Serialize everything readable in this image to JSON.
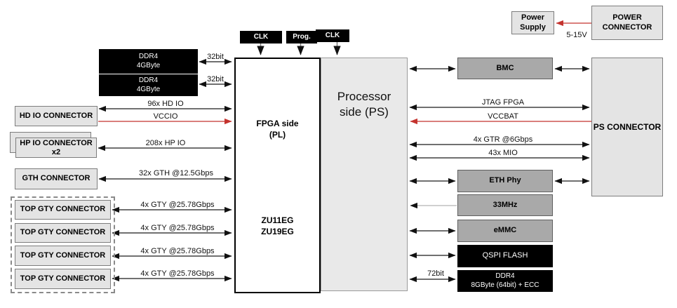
{
  "colors": {
    "accent_red": "#c4332e",
    "line_black": "#1a1a1a",
    "black_box": "#000000",
    "connector_gray": "#e4e4e4",
    "chip_gray": "#a9a9a9",
    "ps_fill": "#e9e9e9"
  },
  "clock": {
    "clk1": "CLK",
    "prog": "Prog.",
    "clk2": "CLK"
  },
  "power": {
    "supply": "Power\nSupply",
    "connector": "POWER\nCONNECTOR",
    "voltage": "5-15V"
  },
  "pl_side": {
    "title": "FPGA side\n(PL)",
    "devices": "ZU11EG\nZU19EG",
    "ddr4": [
      {
        "label": "DDR4\n4GByte",
        "bus": "32bit"
      },
      {
        "label": "DDR4\n4GByte",
        "bus": "32bit"
      }
    ],
    "hd_io": {
      "connector": "HD IO CONNECTOR",
      "bus": "96x HD IO",
      "power_rail": "VCCIO"
    },
    "hp_io": {
      "connector": "HP IO CONNECTOR\nx2",
      "bus": "208x HP IO"
    },
    "gth": {
      "connector": "GTH CONNECTOR",
      "bus": "32x GTH @12.5Gbps"
    },
    "gty": [
      {
        "connector": "TOP GTY CONNECTOR",
        "bus": "4x GTY @25.78Gbps"
      },
      {
        "connector": "TOP GTY CONNECTOR",
        "bus": "4x GTY @25.78Gbps"
      },
      {
        "connector": "TOP GTY CONNECTOR",
        "bus": "4x GTY @25.78Gbps"
      },
      {
        "connector": "TOP GTY CONNECTOR",
        "bus": "4x GTY @25.78Gbps"
      }
    ]
  },
  "ps_side": {
    "title": "Processor\nside (PS)",
    "bmc": "BMC",
    "jtag": "JTAG FPGA",
    "power_rail": "VCCBAT",
    "gtr": "4x GTR @6Gbps",
    "mio": "43x MIO",
    "eth_phy": "ETH Phy",
    "clock": "33MHz",
    "emmc": "eMMC",
    "qspi": "QSPI FLASH",
    "ddr4": {
      "label": "DDR4\n8GByte (64bit) + ECC",
      "bus": "72bit"
    },
    "connector": "PS CONNECTOR"
  }
}
